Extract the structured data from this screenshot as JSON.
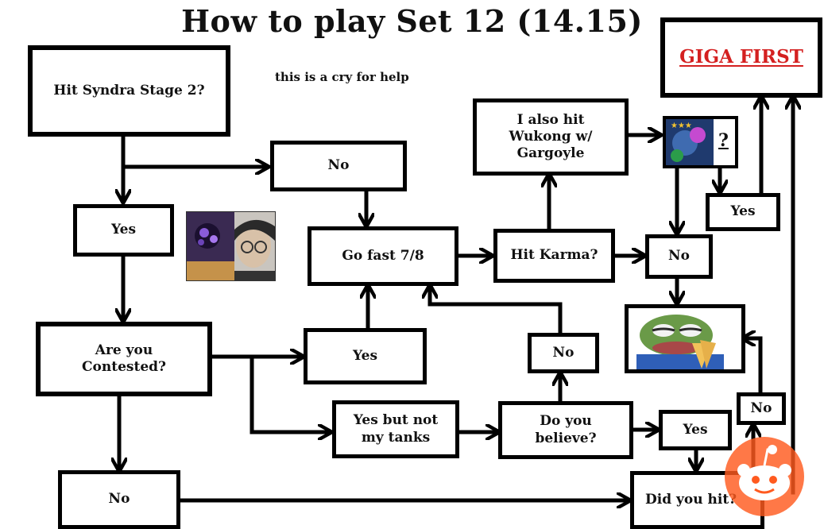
{
  "title": "How to play Set 12 (14.15)",
  "subtitle": "this is a cry for help",
  "nodes": {
    "syndra": "Hit Syndra Stage 2?",
    "no_top": "No",
    "yes_left": "Yes",
    "go_fast": "Go fast 7/8",
    "hit_karma": "Hit Karma?",
    "wukong": "I also hit Wukong w/ Gargoyle",
    "giga_first": "GIGA FIRST",
    "question": "?",
    "yes_right": "Yes",
    "no_karma": "No",
    "contested": "Are you Contested?",
    "yes_contested": "Yes",
    "no_believe": "No",
    "yes_but_not": "Yes but not my tanks",
    "believe": "Do you believe?",
    "yes_believe": "Yes",
    "no_hit": "No",
    "no_bottom": "No",
    "did_you_hit": "Did you hit?"
  },
  "colors": {
    "giga": "#d42020",
    "reddit": "#ff5a1f"
  }
}
